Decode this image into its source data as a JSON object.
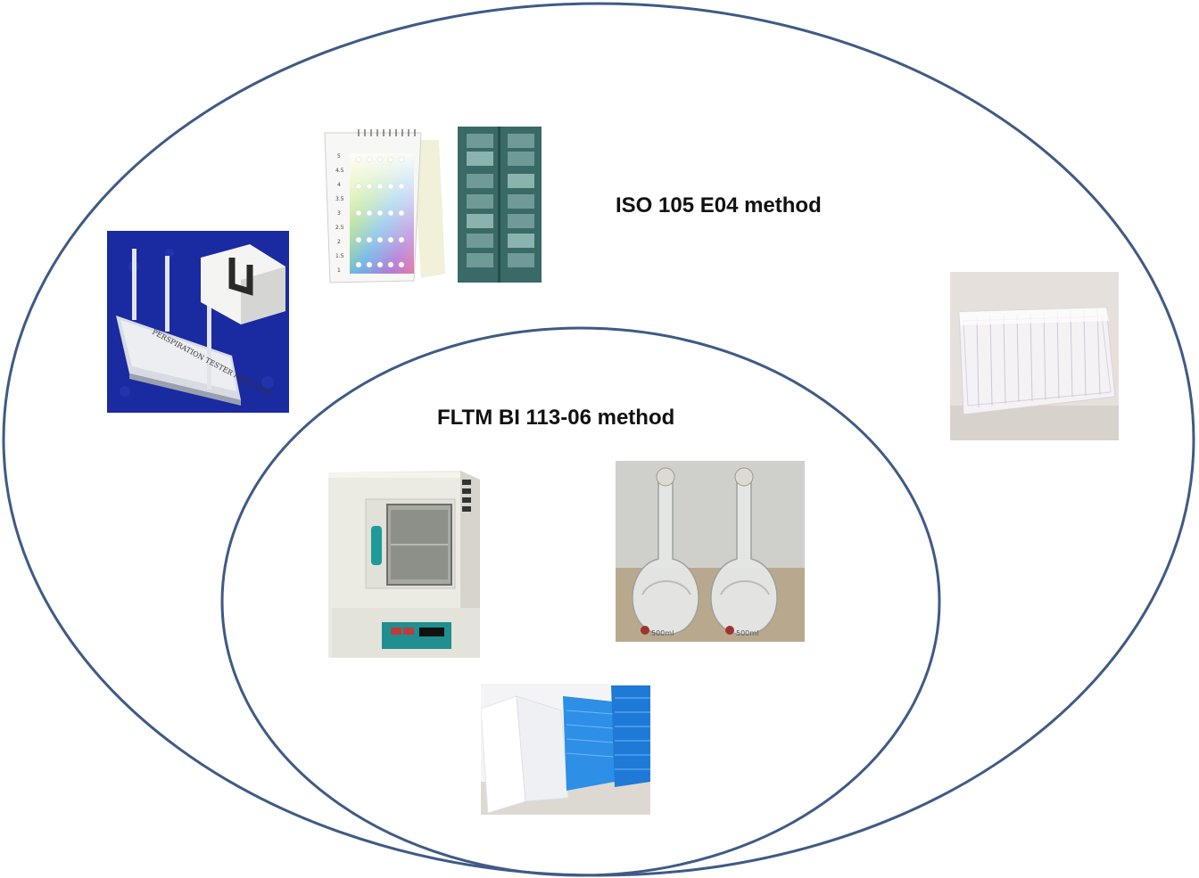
{
  "colors": {
    "ellipse_stroke": "#3f5a85",
    "background": "#ffffff",
    "tester_bg": "#1a2aa0",
    "grey_scale_dark": "#3a6a66"
  },
  "outer_group": {
    "label": "ISO 105 E04 method",
    "items": [
      {
        "icon": "perspiration-tester-photo",
        "engraved_text": "PERSPIRATION TESTER AATCC/ISO"
      },
      {
        "icon": "color-scale-card-photo",
        "scale_numbers": [
          "5",
          "4.5",
          "4",
          "3.5",
          "3",
          "2.5",
          "2",
          "1.5",
          "1"
        ]
      },
      {
        "icon": "grey-scale-card-photo"
      },
      {
        "icon": "acrylic-plates-photo"
      }
    ]
  },
  "inner_group": {
    "label": "FLTM BI 113-06 method",
    "items": [
      {
        "icon": "drying-oven-photo"
      },
      {
        "icon": "volumetric-flasks-photo",
        "flask_labels": [
          "500ml",
          "500ml"
        ]
      },
      {
        "icon": "plastic-containers-photo"
      }
    ]
  }
}
